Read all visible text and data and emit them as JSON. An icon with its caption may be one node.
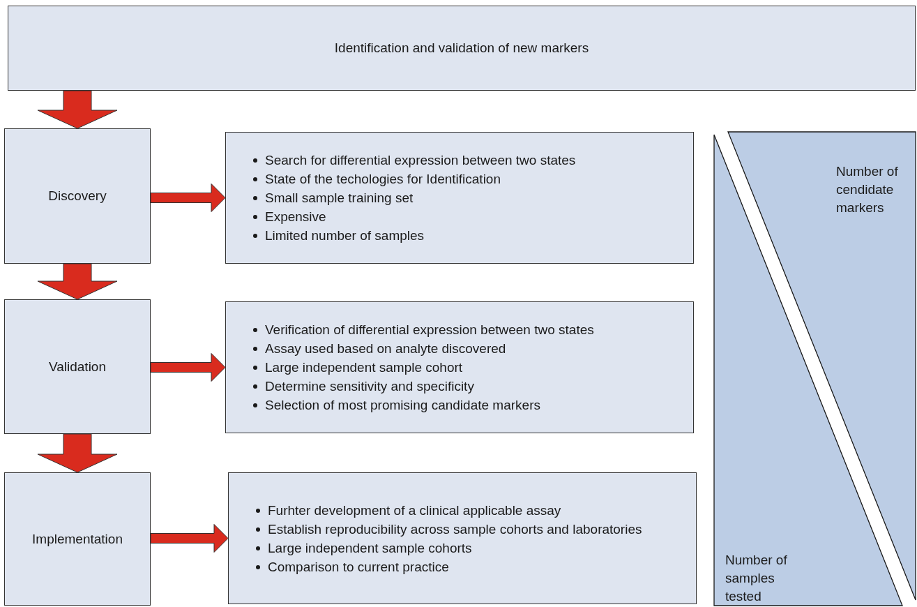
{
  "diagram": {
    "nodes": [
      {
        "text": [
          "Identification and validation of new markers"
        ]
      },
      {
        "text": [
          "Discovery"
        ]
      },
      {
        "text": [
          "Search for differential expression between two states",
          "State of the techologies for Identification",
          "Small sample training set",
          "Expensive",
          "Limited number of samples"
        ]
      },
      {
        "text": [
          "Validation"
        ]
      },
      {
        "text": [
          "Verification of differential expression between two states",
          "Assay used based on analyte discovered",
          "Large independent sample cohort",
          "Determine sensitivity and specificity",
          "Selection of most promising candidate markers"
        ]
      },
      {
        "text": [
          "Implementation"
        ]
      },
      {
        "text": [
          "Furhter development of a clinical applicable assay",
          "Establish reproducibility across sample cohorts and laboratories",
          "Large independent sample cohorts",
          "Comparison to current practice"
        ]
      },
      {
        "text": [
          "Number of cendidate markers"
        ]
      },
      {
        "text": [
          "Number of samples tested"
        ]
      }
    ],
    "edges": [
      {
        "from": 0,
        "to": 1,
        "arrow": "to",
        "style": "thick"
      },
      {
        "from": 1,
        "to": 3,
        "arrow": "to",
        "style": "thick"
      },
      {
        "from": 3,
        "to": 5,
        "arrow": "to",
        "style": "thick"
      },
      {
        "from": 1,
        "to": 2,
        "arrow": "to",
        "style": "thick"
      },
      {
        "from": 3,
        "to": 4,
        "arrow": "to",
        "style": "thick"
      },
      {
        "from": 5,
        "to": 6,
        "arrow": "to",
        "style": "thick"
      }
    ]
  }
}
